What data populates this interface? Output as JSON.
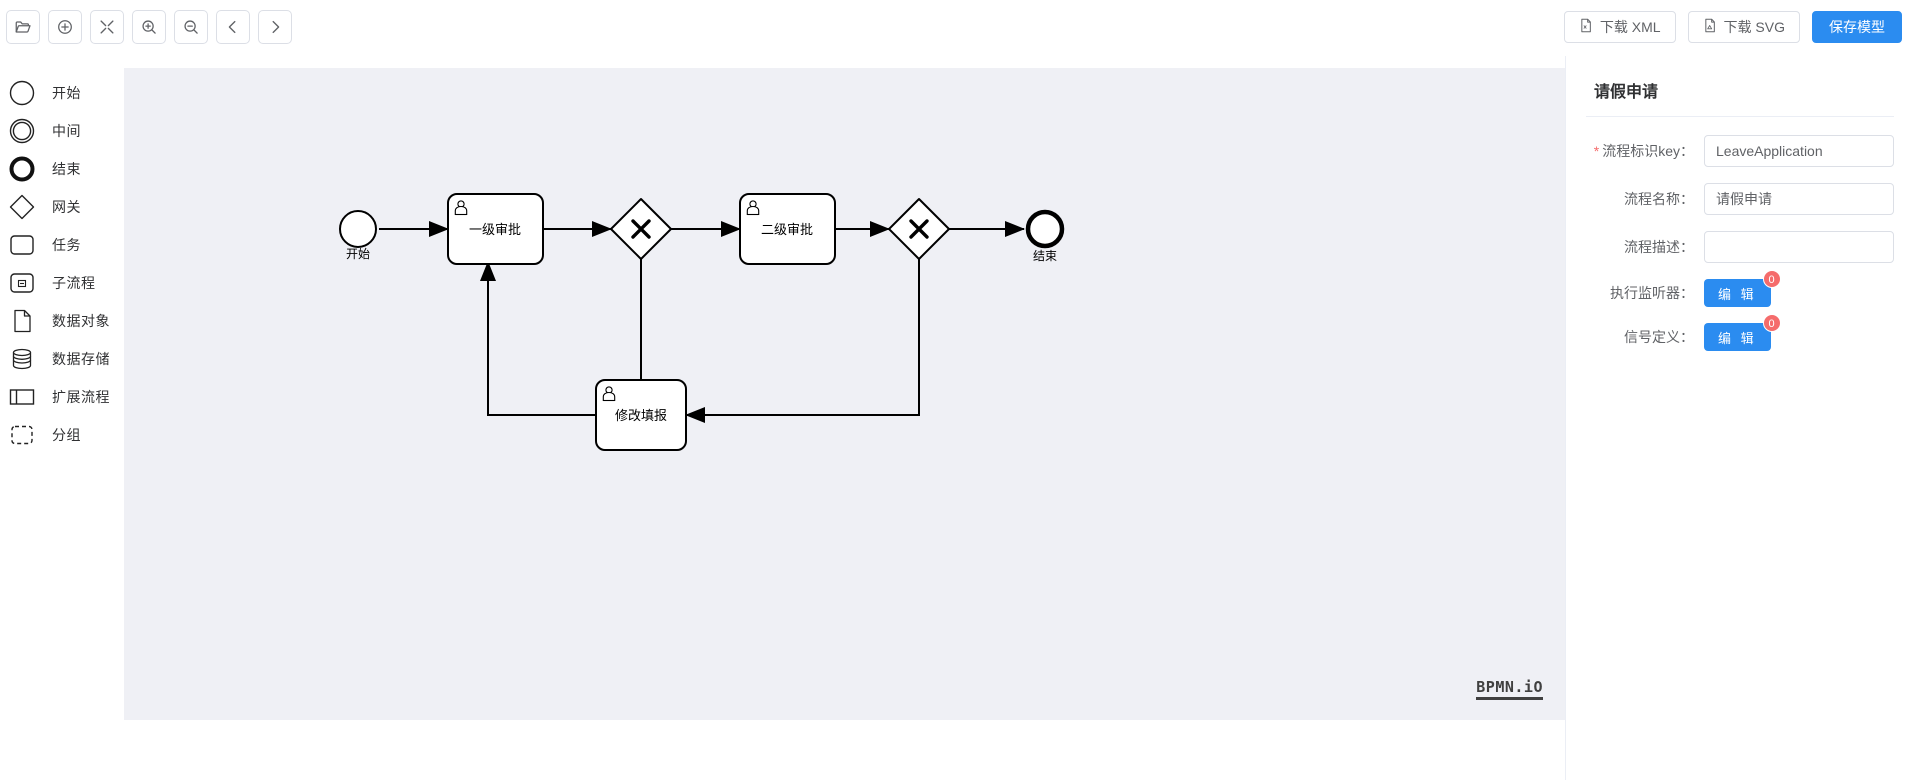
{
  "toolbar": {
    "left_buttons": [
      {
        "name": "open-file-button",
        "icon": "folder-open-icon",
        "title": "打开文件"
      },
      {
        "name": "new-diagram-button",
        "icon": "plus-circle-icon",
        "title": "新建"
      },
      {
        "name": "fit-screen-button",
        "icon": "fit-screen-icon",
        "title": "适屏"
      },
      {
        "name": "zoom-in-button",
        "icon": "zoom-in-icon",
        "title": "放大"
      },
      {
        "name": "zoom-out-button",
        "icon": "zoom-out-icon",
        "title": "缩小"
      },
      {
        "name": "undo-button",
        "icon": "chevron-left-icon",
        "title": "后退"
      },
      {
        "name": "redo-button",
        "icon": "chevron-right-icon",
        "title": "前进"
      }
    ],
    "download_xml_label": "下载 XML",
    "download_svg_label": "下载 SVG",
    "save_model_label": "保存模型"
  },
  "palette": {
    "items": [
      {
        "label": "开始",
        "icon": "start-event-icon"
      },
      {
        "label": "中间",
        "icon": "intermediate-event-icon"
      },
      {
        "label": "结束",
        "icon": "end-event-icon"
      },
      {
        "label": "网关",
        "icon": "gateway-icon"
      },
      {
        "label": "任务",
        "icon": "task-icon"
      },
      {
        "label": "子流程",
        "icon": "subprocess-icon"
      },
      {
        "label": "数据对象",
        "icon": "data-object-icon"
      },
      {
        "label": "数据存储",
        "icon": "data-store-icon"
      },
      {
        "label": "扩展流程",
        "icon": "expanded-pool-icon"
      },
      {
        "label": "分组",
        "icon": "group-icon"
      }
    ]
  },
  "canvas": {
    "watermark": "BPMN.iO",
    "nodes": {
      "start_event": "开始",
      "task_first_approval": "一级审批",
      "task_second_approval": "二级审批",
      "task_modify": "修改填报",
      "end_event": "结束",
      "gateway_one": "",
      "gateway_two": ""
    }
  },
  "properties": {
    "title": "请假申请",
    "fields": [
      {
        "label": "流程标识key：",
        "required": true,
        "value": "LeaveApplication",
        "placeholder": ""
      },
      {
        "label": "流程名称：",
        "required": false,
        "value": "请假申请",
        "placeholder": ""
      },
      {
        "label": "流程描述：",
        "required": false,
        "value": "",
        "placeholder": ""
      }
    ],
    "listener_label": "执行监听器：",
    "listener_button": "编 辑",
    "listener_count": "0",
    "signal_label": "信号定义：",
    "signal_button": "编 辑",
    "signal_count": "0"
  },
  "colors": {
    "primary": "#2b8cf0",
    "canvas_bg": "#eff0f5",
    "danger": "#f56c6c",
    "border": "#dcdfe6"
  }
}
